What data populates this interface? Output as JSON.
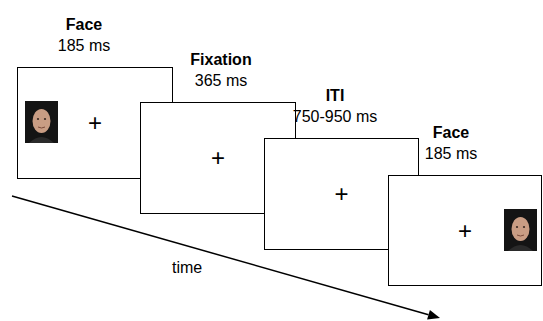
{
  "diagram": {
    "nodes": [
      {
        "text": [
          "Face",
          "185 ms",
          "+"
        ]
      },
      {
        "text": [
          "Fixation",
          "365 ms",
          "+"
        ]
      },
      {
        "text": [
          "ITI",
          "750-950 ms",
          "+"
        ]
      },
      {
        "text": [
          "Face",
          "185 ms",
          "+"
        ]
      }
    ],
    "labels": [
      "time"
    ]
  }
}
